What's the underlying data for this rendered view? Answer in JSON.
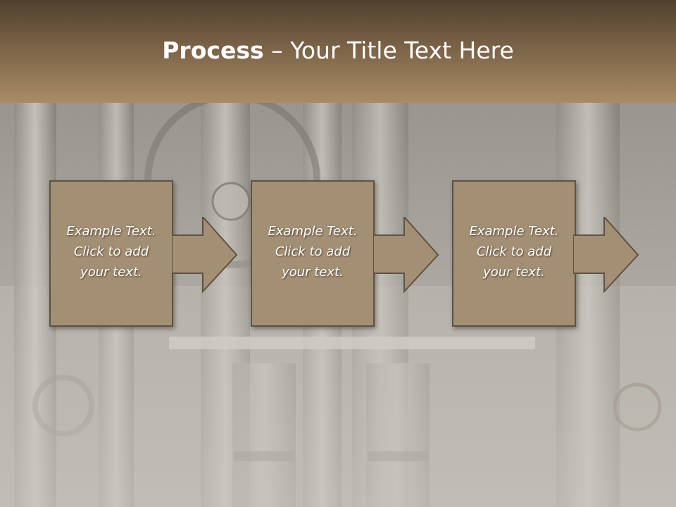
{
  "slide": {
    "title_bold": "Process",
    "title_rest": " – Your Title Text Here"
  },
  "steps": [
    {
      "line1": "Example Text.",
      "line2": "Click  to add",
      "line3": "your text."
    },
    {
      "line1": "Example Text.",
      "line2": "Click  to add",
      "line3": "your text."
    },
    {
      "line1": "Example Text.",
      "line2": "Click  to add",
      "line3": "your text."
    }
  ],
  "colors": {
    "title_bar_top": "#50412f",
    "title_bar_bottom": "#a98b66",
    "box_fill": "#a38f74",
    "box_border": "#5f5243",
    "background": "#c9c6c0"
  },
  "background_image": "industrial-pipes-photo"
}
